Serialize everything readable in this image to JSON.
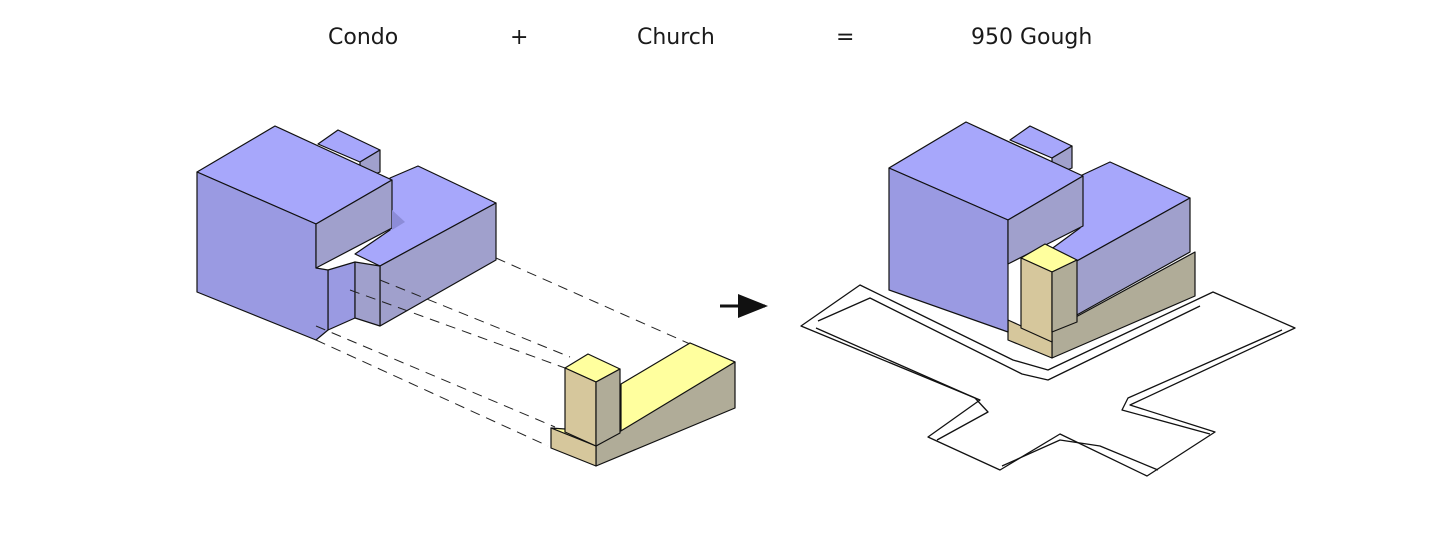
{
  "header": {
    "term1": "Condo",
    "op1": "+",
    "term2": "Church",
    "op2": "=",
    "result": "950 Gough"
  },
  "colors": {
    "condo_top": "#a7a7fb",
    "condo_front": "#9a9ae2",
    "condo_side": "#a0a0cc",
    "church_top": "#ffff9e",
    "church_front": "#d6c79c",
    "church_side": "#b0ac98",
    "outline": "#111111"
  }
}
